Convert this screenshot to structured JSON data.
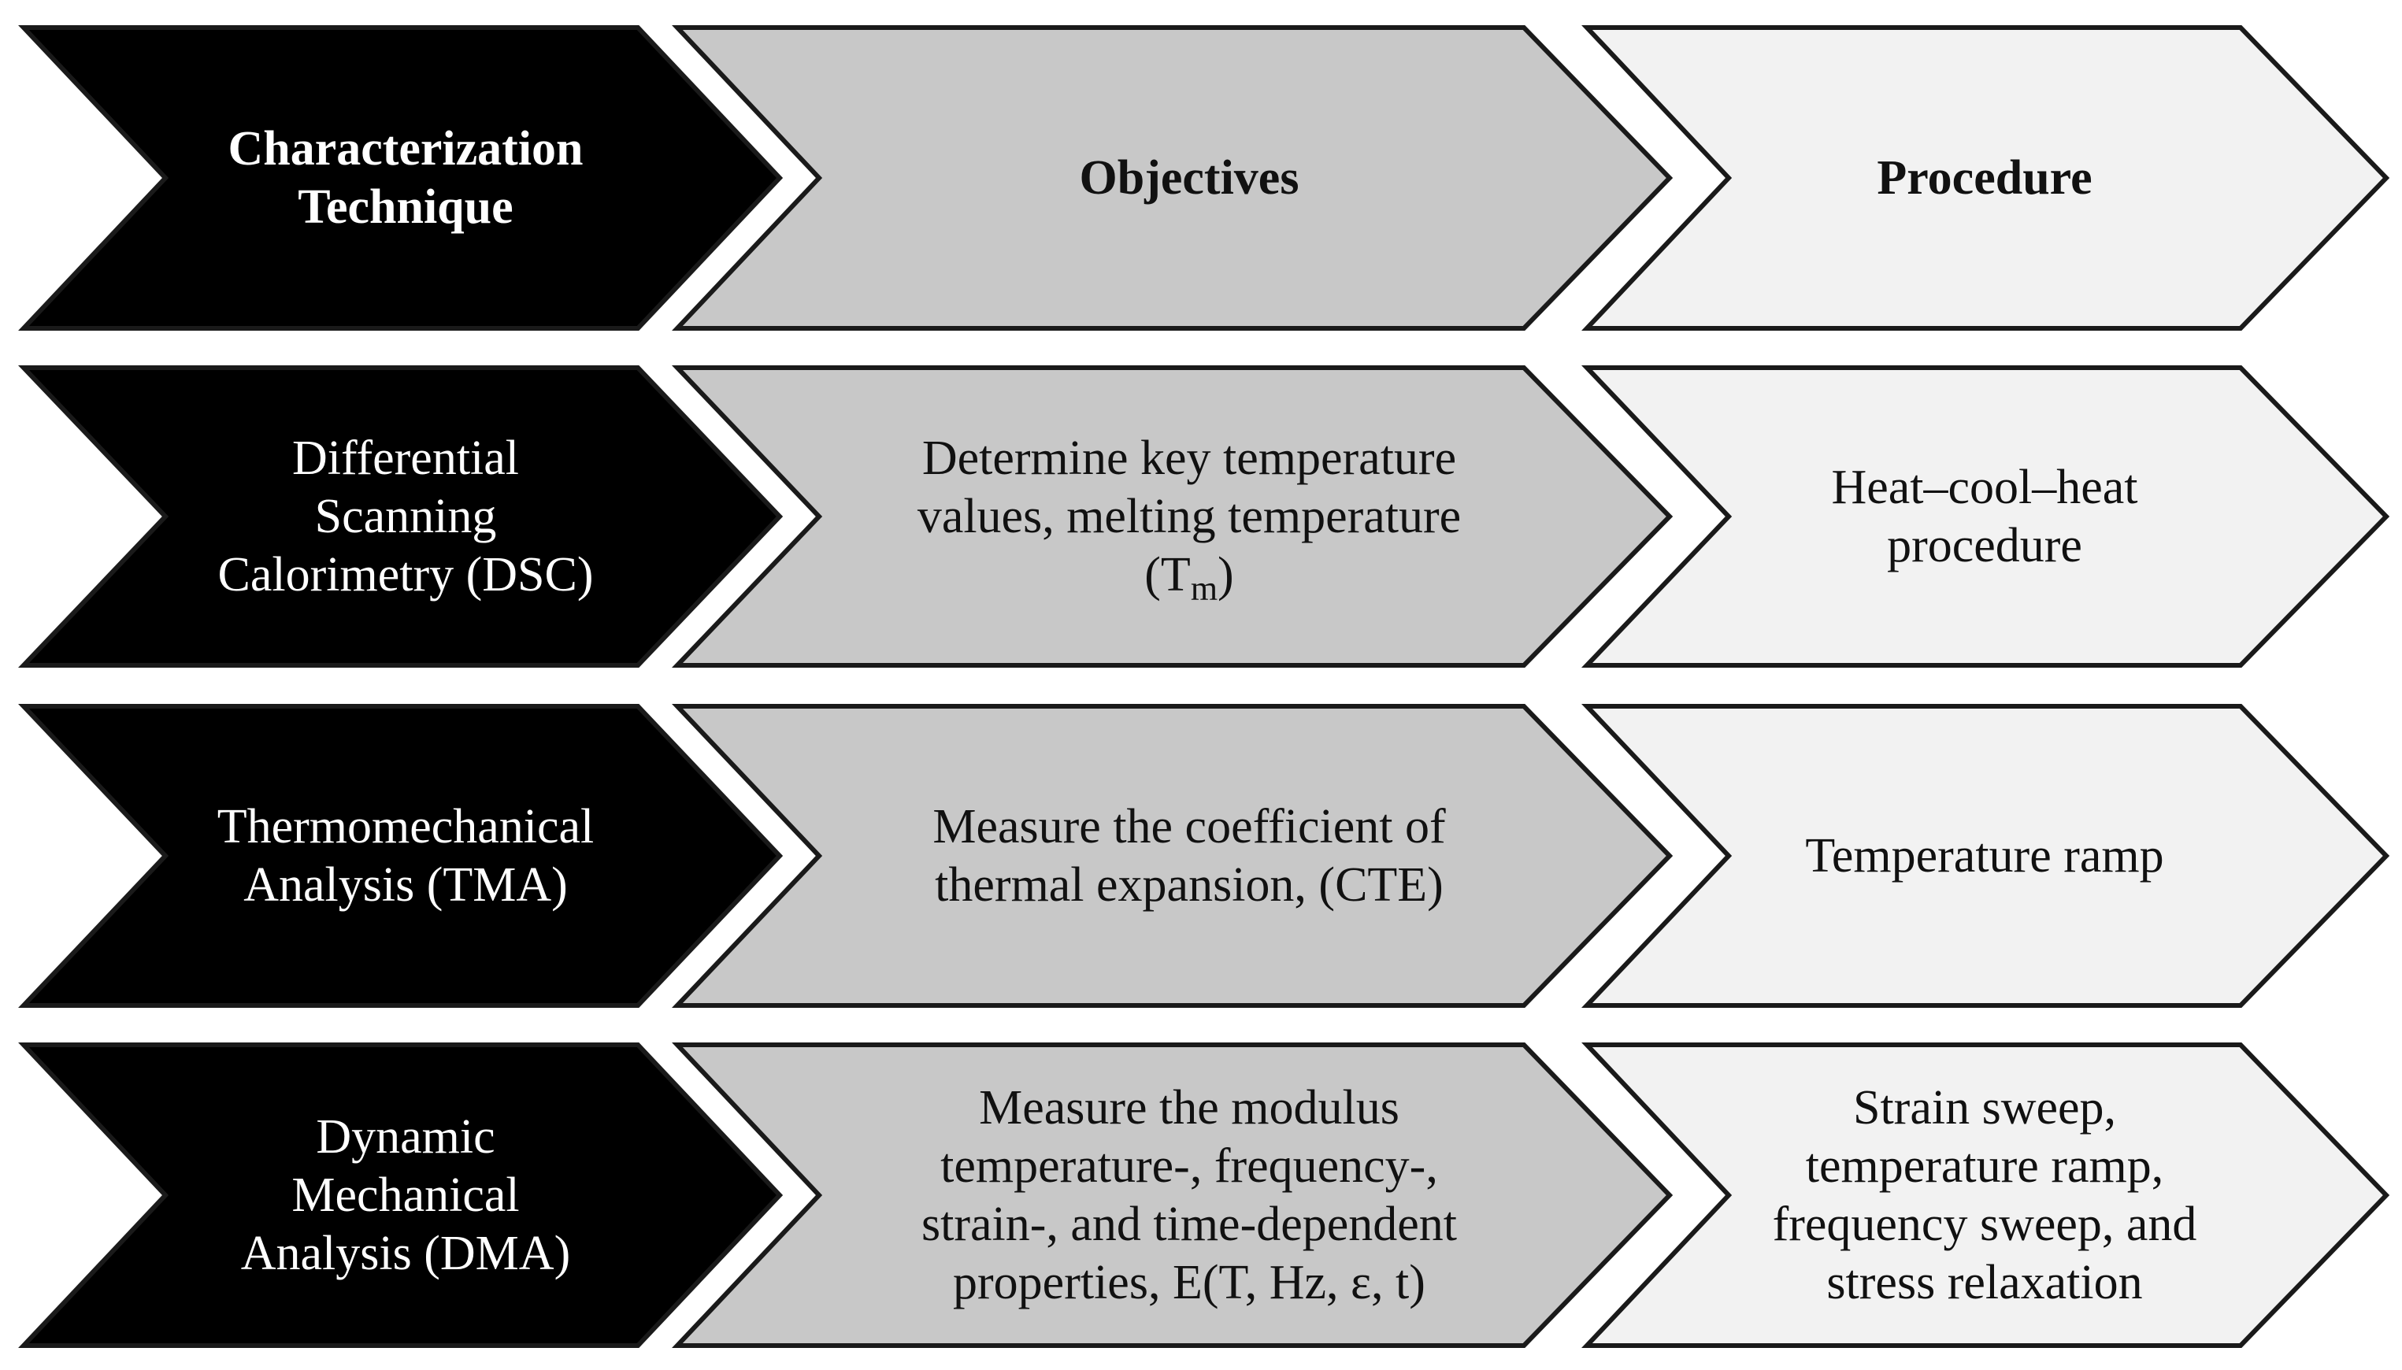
{
  "colors": {
    "technique_fill": "#000000",
    "objectives_fill": "#c8c8c8",
    "procedure_fill": "#f2f2f2",
    "technique_text": "#ffffff",
    "other_text": "#111111",
    "outline": "#1a1a1a"
  },
  "header": {
    "technique": [
      "Characterization",
      "Technique"
    ],
    "objectives": [
      "Objectives"
    ],
    "procedure": [
      "Procedure"
    ]
  },
  "rows": [
    {
      "technique": [
        "Differential",
        "Scanning",
        "Calorimetry (DSC)"
      ],
      "objectives": [
        "Determine key temperature",
        "values, melting temperature"
      ],
      "objectives_symbol": {
        "open": "(T",
        "sub": "m",
        "close": ")"
      },
      "procedure": [
        "Heat–cool–heat",
        "procedure"
      ]
    },
    {
      "technique": [
        "Thermomechanical",
        "Analysis (TMA)"
      ],
      "objectives": [
        "Measure the coefficient of",
        "thermal expansion, (CTE)"
      ],
      "procedure": [
        "Temperature ramp"
      ]
    },
    {
      "technique": [
        "Dynamic",
        "Mechanical",
        "Analysis (DMA)"
      ],
      "objectives": [
        "Measure the modulus",
        "temperature-, frequency-,",
        "strain-, and time-dependent",
        "properties, E(T, Hz, ε, t)"
      ],
      "procedure": [
        "Strain sweep,",
        "temperature ramp,",
        "frequency sweep, and",
        "stress relaxation"
      ]
    }
  ]
}
